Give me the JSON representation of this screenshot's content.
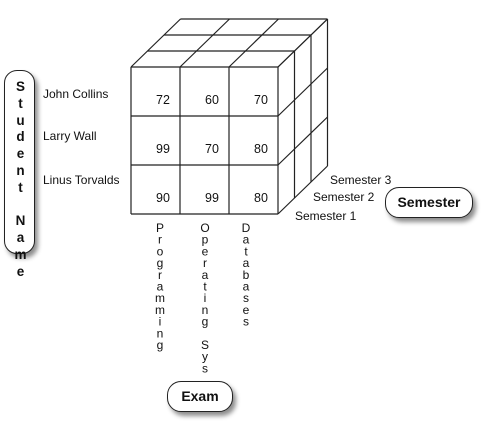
{
  "axes": {
    "student_label": "Student Name",
    "semester_label": "Semester",
    "exam_label": "Exam"
  },
  "students": [
    "John Collins",
    "Larry Wall",
    "Linus Torvalds"
  ],
  "exams": [
    "Programming",
    "Operating Sys",
    "Databases"
  ],
  "semesters": [
    "Semester 1",
    "Semester 2",
    "Semester 3"
  ],
  "scores": [
    [
      72,
      60,
      70
    ],
    [
      99,
      70,
      80
    ],
    [
      90,
      99,
      80
    ]
  ]
}
